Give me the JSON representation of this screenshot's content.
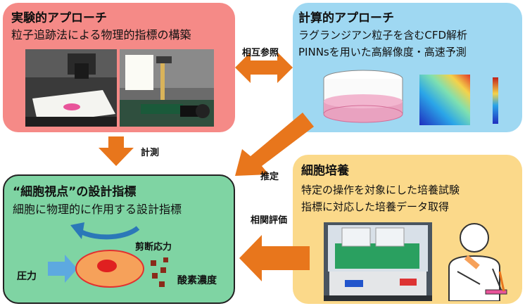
{
  "experimental": {
    "title": "実験的アプローチ",
    "subtitle": "粒子追跡法による物理的指標の構築"
  },
  "computational": {
    "title": "計算的アプローチ",
    "line1": "ラグランジアン粒子を含むCFD解析",
    "line2": "PINNsを用いた高解像度・高速予測"
  },
  "design": {
    "title": "“細胞視点”の設計指標",
    "subtitle": "細胞に物理的に作用する設計指標",
    "shear": "剪断応力",
    "pressure": "圧力",
    "oxygen": "酸素濃度"
  },
  "culture": {
    "title": "細胞培養",
    "line1": "特定の操作を対象にした培養試験",
    "line2": "指標に対応した培養データ取得"
  },
  "arrows": {
    "mutual": "相互参照",
    "measure": "計測",
    "estimate": "推定",
    "correlation": "相関評価"
  },
  "colors": {
    "experimental_bg": "#f58a87",
    "computational_bg": "#9fd8f2",
    "design_bg": "#7fd4a3",
    "culture_bg": "#fbd98a",
    "arrow": "#e8761c"
  }
}
